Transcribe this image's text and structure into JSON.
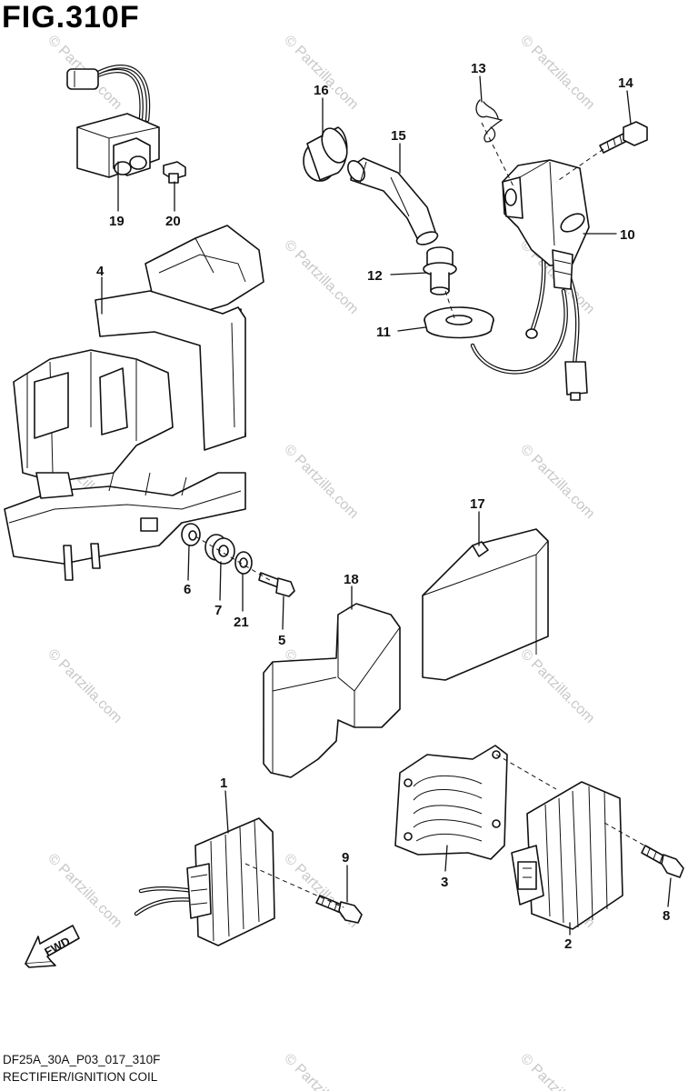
{
  "figure": {
    "title": "FIG.310F",
    "code": "DF25A_30A_P03_017_310F",
    "caption": "RECTIFIER/IGNITION COIL"
  },
  "direction_label": "FWD",
  "watermark": "© Partzilla.com",
  "callouts": [
    {
      "id": "c1",
      "label": "1"
    },
    {
      "id": "c2",
      "label": "2"
    },
    {
      "id": "c3",
      "label": "3"
    },
    {
      "id": "c4",
      "label": "4"
    },
    {
      "id": "c5",
      "label": "5"
    },
    {
      "id": "c6",
      "label": "6"
    },
    {
      "id": "c7",
      "label": "7"
    },
    {
      "id": "c8",
      "label": "8"
    },
    {
      "id": "c9",
      "label": "9"
    },
    {
      "id": "c10",
      "label": "10"
    },
    {
      "id": "c11",
      "label": "11"
    },
    {
      "id": "c12",
      "label": "12"
    },
    {
      "id": "c13",
      "label": "13"
    },
    {
      "id": "c14",
      "label": "14"
    },
    {
      "id": "c15",
      "label": "15"
    },
    {
      "id": "c16",
      "label": "16"
    },
    {
      "id": "c17",
      "label": "17"
    },
    {
      "id": "c18",
      "label": "18"
    },
    {
      "id": "c19",
      "label": "19"
    },
    {
      "id": "c20",
      "label": "20"
    },
    {
      "id": "c21",
      "label": "21"
    }
  ]
}
